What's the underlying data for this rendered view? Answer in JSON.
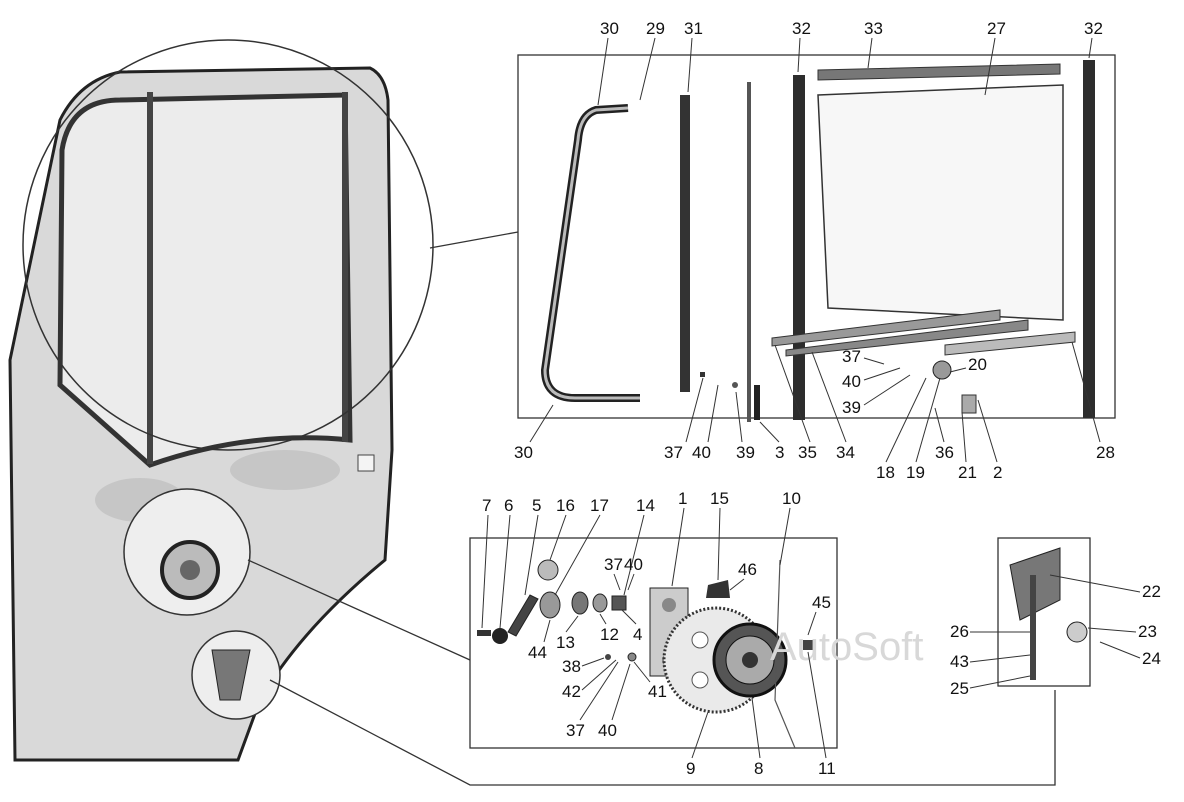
{
  "watermark": "AutoSoft",
  "colors": {
    "ink": "#111111",
    "part_dark": "#3a3a3a",
    "door_fill": "#d6d6d6",
    "line": "#555555"
  },
  "labels": {
    "l30a": "30",
    "l29": "29",
    "l31": "31",
    "l32a": "32",
    "l33": "33",
    "l27": "27",
    "l32b": "32",
    "l30b": "30",
    "l37a": "37",
    "l40a": "40",
    "l39a": "39",
    "l3": "3",
    "l35": "35",
    "l34": "34",
    "l37b": "37",
    "l40b": "40",
    "l39b": "39",
    "l20": "20",
    "l18": "18",
    "l19": "19",
    "l36": "36",
    "l21": "21",
    "l2": "2",
    "l28": "28",
    "l7": "7",
    "l6": "6",
    "l5": "5",
    "l16": "16",
    "l17": "17",
    "l14": "14",
    "l1": "1",
    "l15": "15",
    "l10": "10",
    "l37c": "37",
    "l40c": "40",
    "l46": "46",
    "l45": "45",
    "l44": "44",
    "l13": "13",
    "l12": "12",
    "l4": "4",
    "l38": "38",
    "l42": "42",
    "l41": "41",
    "l37d": "37",
    "l40d": "40",
    "l9": "9",
    "l8": "8",
    "l11": "11",
    "l22": "22",
    "l26": "26",
    "l23": "23",
    "l43": "43",
    "l24": "24",
    "l25": "25"
  }
}
